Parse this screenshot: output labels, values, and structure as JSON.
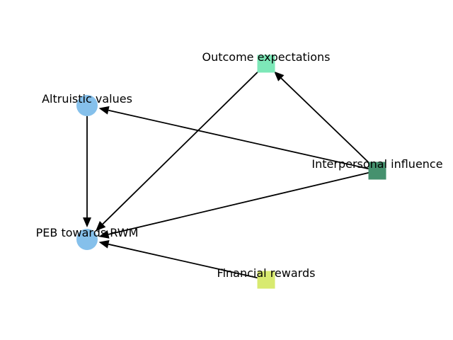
{
  "nodes": [
    {
      "id": "outcome",
      "label": "Outcome expectations",
      "shape": "square",
      "color": "#7de8b8"
    },
    {
      "id": "altruistic",
      "label": "Altruistic values",
      "shape": "circle",
      "color": "#85c0eb"
    },
    {
      "id": "interpersonal",
      "label": "Interpersonal influence",
      "shape": "square",
      "color": "#45916e"
    },
    {
      "id": "peb",
      "label": "PEB towards RWM",
      "shape": "circle",
      "color": "#85c0eb"
    },
    {
      "id": "financial",
      "label": "Financial rewards",
      "shape": "square",
      "color": "#d8ea70"
    }
  ],
  "edges": [
    {
      "from": "interpersonal",
      "to": "outcome"
    },
    {
      "from": "interpersonal",
      "to": "altruistic"
    },
    {
      "from": "interpersonal",
      "to": "peb"
    },
    {
      "from": "outcome",
      "to": "peb"
    },
    {
      "from": "altruistic",
      "to": "peb"
    },
    {
      "from": "financial",
      "to": "peb"
    }
  ]
}
